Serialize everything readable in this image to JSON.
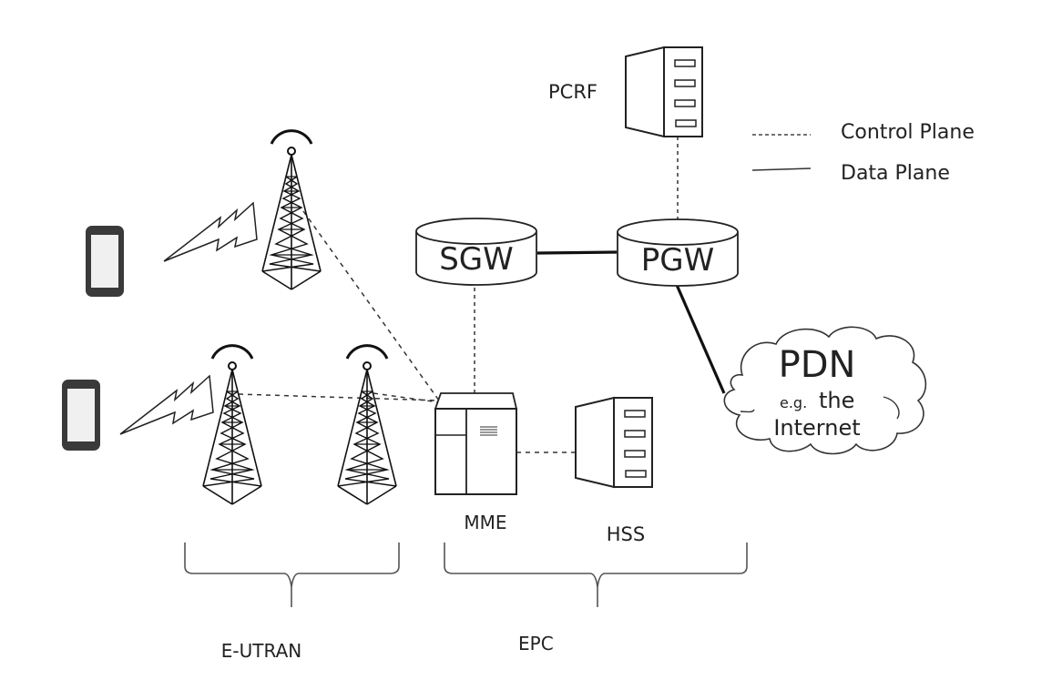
{
  "diagram": {
    "title": "LTE Network Architecture",
    "legend": {
      "control_plane": "Control Plane",
      "data_plane": "Data Plane"
    },
    "nodes": {
      "pcrf": "PCRF",
      "sgw": "SGW",
      "pgw": "PGW",
      "mme": "MME",
      "hss": "HSS",
      "pdn_title": "PDN",
      "pdn_eg": "e.g.",
      "pdn_the": "the",
      "pdn_internet": "Internet"
    },
    "groups": {
      "eutran": "E-UTRAN",
      "epc": "EPC"
    },
    "connections": [
      {
        "from": "SGW",
        "to": "PGW",
        "type": "data"
      },
      {
        "from": "PGW",
        "to": "PDN",
        "type": "data"
      },
      {
        "from": "PCRF",
        "to": "PGW",
        "type": "control"
      },
      {
        "from": "SGW",
        "to": "MME",
        "type": "control"
      },
      {
        "from": "MME",
        "to": "HSS",
        "type": "control"
      },
      {
        "from": "eNodeB-1",
        "to": "MME",
        "type": "control"
      },
      {
        "from": "eNodeB-2",
        "to": "MME",
        "type": "control"
      },
      {
        "from": "eNodeB-3",
        "to": "MME",
        "type": "control"
      }
    ],
    "colors": {
      "stroke": "#222222",
      "phone_body": "#3a3a3a",
      "phone_screen": "#f0f0f0",
      "bracket": "#555555"
    }
  }
}
